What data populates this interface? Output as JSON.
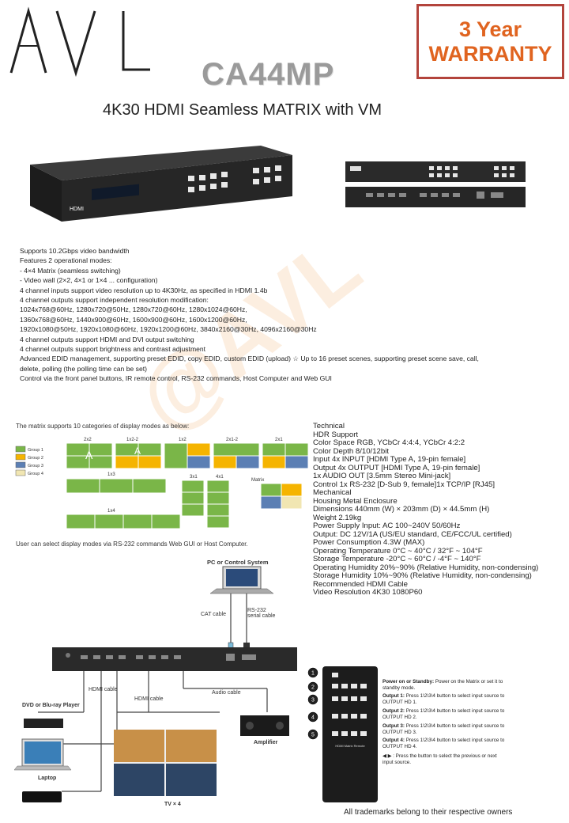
{
  "brand": {
    "logo_text": "AVL"
  },
  "warranty": {
    "line1": "3 Year",
    "line2": "WARRANTY"
  },
  "model": "CA44MP",
  "subtitle": "4K30 HDMI Seamless MATRIX with VM",
  "device_label": "HDMI",
  "features": [
    "Supports 10.2Gbps video bandwidth",
    "Features 2 operational modes:",
    "- 4×4 Matrix (seamless switching)",
    "- Video wall (2×2, 4×1 or 1×4 ... configuration)",
    "4 channel inputs support video resolution up to 4K30Hz, as specified in HDMI 1.4b",
    "4 channel outputs support independent resolution modification:",
    "1024x768@60Hz, 1280x720@50Hz, 1280x720@60Hz, 1280x1024@60Hz,",
    "1360x768@60Hz, 1440x900@60Hz, 1600x900@60Hz, 1600x1200@60Hz,",
    "1920x1080@50Hz, 1920x1080@60Hz, 1920x1200@60Hz, 3840x2160@30Hz, 4096x2160@30Hz",
    "4 channel outputs support HDMI and DVI output switching",
    "4 channel outputs support brightness and contrast adjustment",
    "Advanced EDID management, supporting preset EDID, copy EDID, custom EDID (upload) ☆ Up to 16 preset scenes, supporting preset scene save, call,",
    "delete, polling (the polling time can be set)",
    "Control via the front panel buttons, IR remote control, RS-232 commands, Host Computer and Web GUI"
  ],
  "modes": {
    "title": "The matrix supports 10 categories of display modes as below:",
    "footer": "User can select display modes via RS-232 commands Web GUI or Host Computer.",
    "legend": [
      "Group 1",
      "Group 2",
      "Group 3",
      "Group 4"
    ],
    "labels": [
      "2x2",
      "1x2-2",
      "1x2",
      "2x1-2",
      "2x1",
      "1x3",
      "3x1",
      "4x1",
      "Matrix",
      "1x4"
    ],
    "tile_letter": "A"
  },
  "specs": [
    "Technical",
    "HDR Support",
    "Color Space RGB, YCbCr 4:4:4, YCbCr 4:2:2",
    "Color Depth 8/10/12bit",
    "Input 4x INPUT [HDMI Type A, 19-pin female]",
    "Output 4x OUTPUT [HDMI Type A, 19-pin female]",
    "1x AUDIO OUT [3.5mm Stereo Mini-jack]",
    "Control 1x RS-232 [D-Sub 9, female]1x TCP/IP [RJ45]",
    "Mechanical",
    "Housing Metal Enclosure",
    "Dimensions 440mm (W) × 203mm (D) × 44.5mm (H)",
    "Weight 2.19kg",
    "Power Supply Input: AC 100~240V 50/60Hz",
    "Output: DC 12V/1A (US/EU standard, CE/FCC/UL certified)",
    "Power Consumption 4.3W (MAX)",
    "Operating Temperature 0°C ~ 40°C / 32°F ~ 104°F",
    "Storage Temperature -20°C ~ 60°C / -4°F ~ 140°F",
    "Operating Humidity 20%~90% (Relative Humidity, non-condensing)",
    "Storage Humidity 10%~90% (Relative Humidity, non-condensing)",
    "Recommended HDMI Cable",
    "Video Resolution 4K30 1080P60"
  ],
  "connection": {
    "pc": "PC or Control System",
    "cat": "CAT cable",
    "rs232": "RS-232\nserial cable",
    "hdmi1": "HDMI cable",
    "hdmi2": "HDMI cable",
    "audio": "Audio cable",
    "dvd": "DVD or Blu-ray Player",
    "laptop": "Laptop",
    "amplifier": "Amplifier",
    "tv": "TV × 4"
  },
  "remote": {
    "label": "HDMI Matrix Remote",
    "items": [
      {
        "n": "1",
        "head": "Power on or Standby:",
        "text": "Power on the Matrix or set it to standby mode."
      },
      {
        "n": "2",
        "head": "Output 1:",
        "text": "Press 1\\2\\3\\4 button to select input source to OUTPUT HD 1."
      },
      {
        "n": "3",
        "head": "Output 2:",
        "text": "Press 1\\2\\3\\4 button to select input source to OUTPUT HD 2."
      },
      {
        "n": "4",
        "head": "Output 3:",
        "text": "Press 1\\2\\3\\4 button to select input source to OUTPUT HD 3."
      },
      {
        "n": "5",
        "head": "Output 4:",
        "text": "Press 1\\2\\3\\4 button to select input source to OUTPUT HD 4."
      }
    ],
    "nav_text": ": Press the button to select the previous or next input source."
  },
  "watermark": "@AVL",
  "footer": "All trademarks belong to their respective owners",
  "colors": {
    "warranty": "#e06420",
    "warranty_border": "#b3443c",
    "group1": "#7ab648",
    "group2": "#f5b400",
    "group3": "#5b7fb4",
    "group4": "#f1e6b2"
  }
}
